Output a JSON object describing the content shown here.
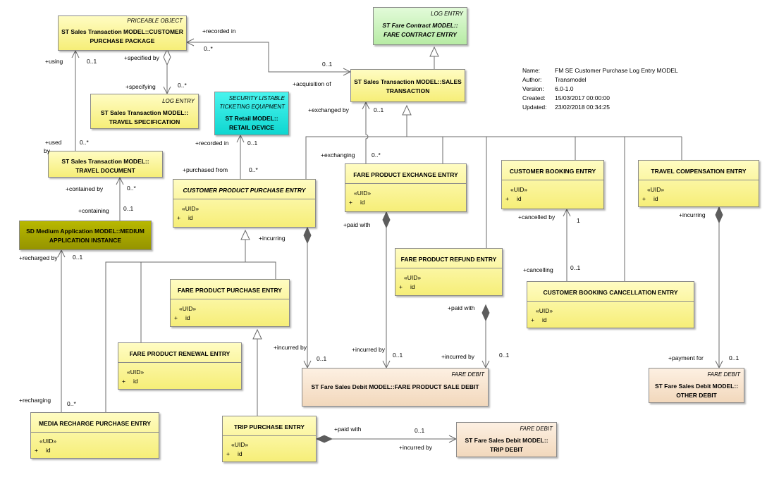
{
  "classes": {
    "customer_purchase_package": {
      "stereotype": "PRICEABLE OBJECT",
      "name_line1": "ST Sales Transaction MODEL::CUSTOMER",
      "name_line2": "PURCHASE PACKAGE"
    },
    "fare_contract_entry": {
      "stereotype": "LOG ENTRY",
      "name_line1": "ST Fare Contract MODEL::",
      "name_line2": "FARE CONTRACT ENTRY"
    },
    "sales_transaction": {
      "name_line1": "ST Sales Transaction MODEL::SALES",
      "name_line2": "TRANSACTION"
    },
    "travel_specification": {
      "stereotype": "LOG ENTRY",
      "name_line1": "ST Sales Transaction MODEL::",
      "name_line2": "TRAVEL SPECIFICATION"
    },
    "retail_device": {
      "stereotype_line1": "SECURITY LISTABLE",
      "stereotype_line2": "TICKETING EQUIPMENT",
      "name_line1": "ST Retail MODEL::",
      "name_line2": "RETAIL DEVICE"
    },
    "travel_document": {
      "name_line1": "ST Sales Transaction MODEL::",
      "name_line2": "TRAVEL DOCUMENT"
    },
    "medium_application_instance": {
      "name_line1": "SD Medium Application MODEL::MEDIUM",
      "name_line2": "APPLICATION INSTANCE"
    },
    "customer_product_purchase_entry": {
      "name": "CUSTOMER PRODUCT PURCHASE ENTRY",
      "keyword": "«UID»",
      "plus": "+",
      "attr": "id"
    },
    "fare_product_exchange_entry": {
      "name": "FARE PRODUCT EXCHANGE ENTRY",
      "keyword": "«UID»",
      "plus": "+",
      "attr": "id"
    },
    "customer_booking_entry": {
      "name": "CUSTOMER BOOKING ENTRY",
      "keyword": "«UID»",
      "plus": "+",
      "attr": "id"
    },
    "travel_compensation_entry": {
      "name": "TRAVEL COMPENSATION ENTRY",
      "keyword": "«UID»",
      "plus": "+",
      "attr": "id"
    },
    "fare_product_purchase_entry": {
      "name": "FARE PRODUCT PURCHASE ENTRY",
      "keyword": "«UID»",
      "plus": "+",
      "attr": "id"
    },
    "fare_product_refund_entry": {
      "name": "FARE PRODUCT REFUND ENTRY",
      "keyword": "«UID»",
      "plus": "+",
      "attr": "id"
    },
    "customer_booking_cancellation_entry": {
      "name": "CUSTOMER BOOKING CANCELLATION ENTRY",
      "keyword": "«UID»",
      "plus": "+",
      "attr": "id"
    },
    "fare_product_renewal_entry": {
      "name": "FARE PRODUCT RENEWAL ENTRY",
      "keyword": "«UID»",
      "plus": "+",
      "attr": "id"
    },
    "fare_product_sale_debit": {
      "stereotype": "FARE DEBIT",
      "name": "ST Fare Sales Debit MODEL::FARE PRODUCT SALE DEBIT"
    },
    "other_debit": {
      "stereotype": "FARE DEBIT",
      "name_line1": "ST Fare Sales Debit MODEL::",
      "name_line2": "OTHER DEBIT"
    },
    "media_recharge_purchase_entry": {
      "name": "MEDIA RECHARGE PURCHASE ENTRY",
      "keyword": "«UID»",
      "plus": "+",
      "attr": "id"
    },
    "trip_purchase_entry": {
      "name": "TRIP PURCHASE ENTRY",
      "keyword": "«UID»",
      "plus": "+",
      "attr": "id"
    },
    "trip_debit": {
      "stereotype": "FARE DEBIT",
      "name_line1": "ST Fare Sales Debit MODEL::",
      "name_line2": "TRIP DEBIT"
    }
  },
  "labels": {
    "recorded_in_top": "+recorded in",
    "mult_0n_recorded": "0..*",
    "using": "+using",
    "mult_01_using": "0..1",
    "specified_by": "+specified by",
    "specifying": "+specifying",
    "mult_0n_specifying": "0..*",
    "mult_01_acquisition": "0..1",
    "acquisition_of": "+acquisition of",
    "exchanged_by": "+exchanged by",
    "mult_01_exchanged": "0..1",
    "used": "+used",
    "by": "by",
    "mult_0n_used": "0..*",
    "recorded_in_device": "+recorded in",
    "mult_01_device": "0..1",
    "exchanging": "+exchanging",
    "mult_0n_exchanging": "0..*",
    "purchased_from": "+purchased from",
    "mult_0n_purchased": "0..*",
    "contained_by": "+contained by",
    "mult_0n_contained": "0..*",
    "containing": "+containing",
    "mult_01_containing": "0..1",
    "cancelled_by": "+cancelled by",
    "mult_1_cancelled": "1",
    "incurring_travel": "+incurring",
    "paid_with_exchange": "+paid with",
    "incurring_cpp": "+incurring",
    "recharged_by": "+recharged by",
    "mult_01_recharged": "0..1",
    "cancelling": "+cancelling",
    "mult_01_cancelling": "0..1",
    "paid_with_refund": "+paid with",
    "incurred_by_left": "+incurred by",
    "mult_01_left": "0..1",
    "incurred_by_mid": "+incurred by",
    "mult_01_mid": "0..1",
    "incurred_by_right": "+incurred by",
    "mult_01_right": "0..1",
    "payment_for": "+payment for",
    "mult_01_payment": "0..1",
    "recharging": "+recharging",
    "mult_0n_recharging": "0..*",
    "paid_with_trip": "+paid with",
    "mult_01_trip": "0..1",
    "incurred_by_trip": "+incurred by"
  },
  "meta": {
    "name_key": "Name:",
    "name_val": "FM SE Customer Purchase Log Entry MODEL",
    "author_key": "Author:",
    "author_val": "Transmodel",
    "version_key": "Version:",
    "version_val": "6.0-1.0",
    "created_key": "Created:",
    "created_val": "15/03/2017 00:00:00",
    "updated_key": "Updated:",
    "updated_val": "23/02/2018 00:34:25"
  }
}
